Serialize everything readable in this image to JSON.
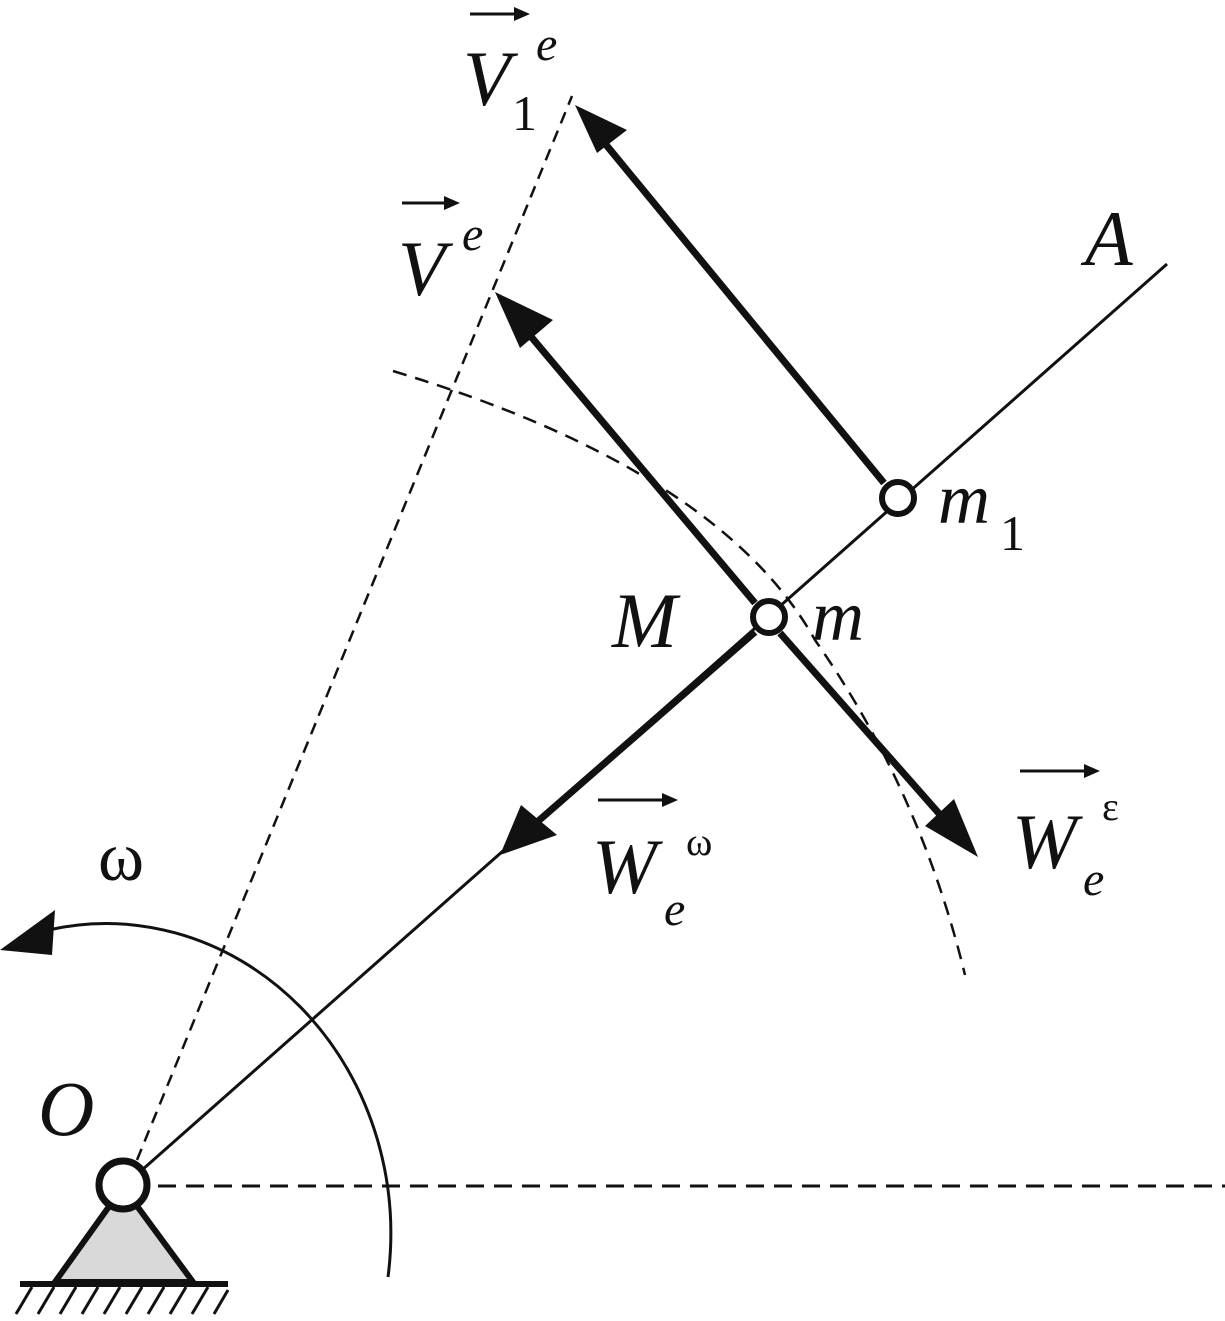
{
  "labels": {
    "origin": "O",
    "rod_end": "A",
    "point_M": "M",
    "mass_m": "m",
    "mass_m1": "m",
    "mass_m1_sub": "1",
    "omega": "ω",
    "v_e": "V",
    "v_e_sup": "e",
    "v1_e": "V",
    "v1_e_sub": "1",
    "v1_e_sup": "e",
    "w_omega": "W",
    "w_omega_sub": "e",
    "w_omega_sup": "ω",
    "w_eps": "W",
    "w_eps_sub": "e",
    "w_eps_sup": "ε"
  },
  "colors": {
    "ink": "#111111",
    "support_fill": "#d9d9d9",
    "background": "#ffffff"
  }
}
